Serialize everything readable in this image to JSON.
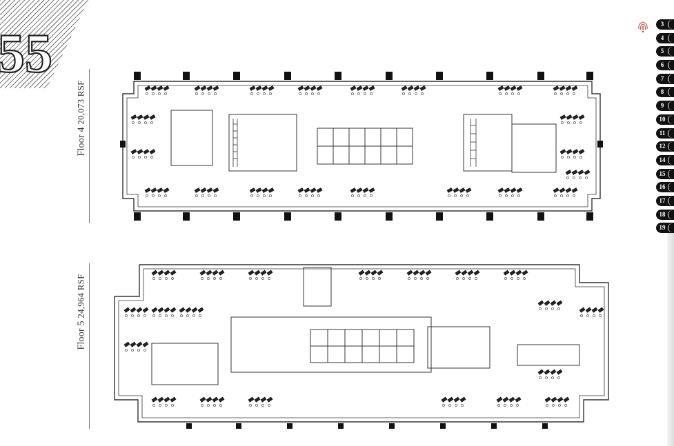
{
  "page": {
    "number_badge": "55"
  },
  "floors": [
    {
      "id": "floor-4",
      "name": "Floor 4",
      "area": "20,073 RSF"
    },
    {
      "id": "floor-5",
      "name": "Floor 5",
      "area": "24,964 RSF"
    }
  ],
  "nav": {
    "icon": "fingerprint-icon",
    "items": [
      "3",
      "4",
      "5",
      "6",
      "7",
      "8",
      "9",
      "10",
      "11",
      "12",
      "14",
      "15",
      "16",
      "17",
      "18",
      "19"
    ]
  },
  "colors": {
    "ink": "#111111",
    "line": "#555555",
    "background": "#ffffff"
  }
}
